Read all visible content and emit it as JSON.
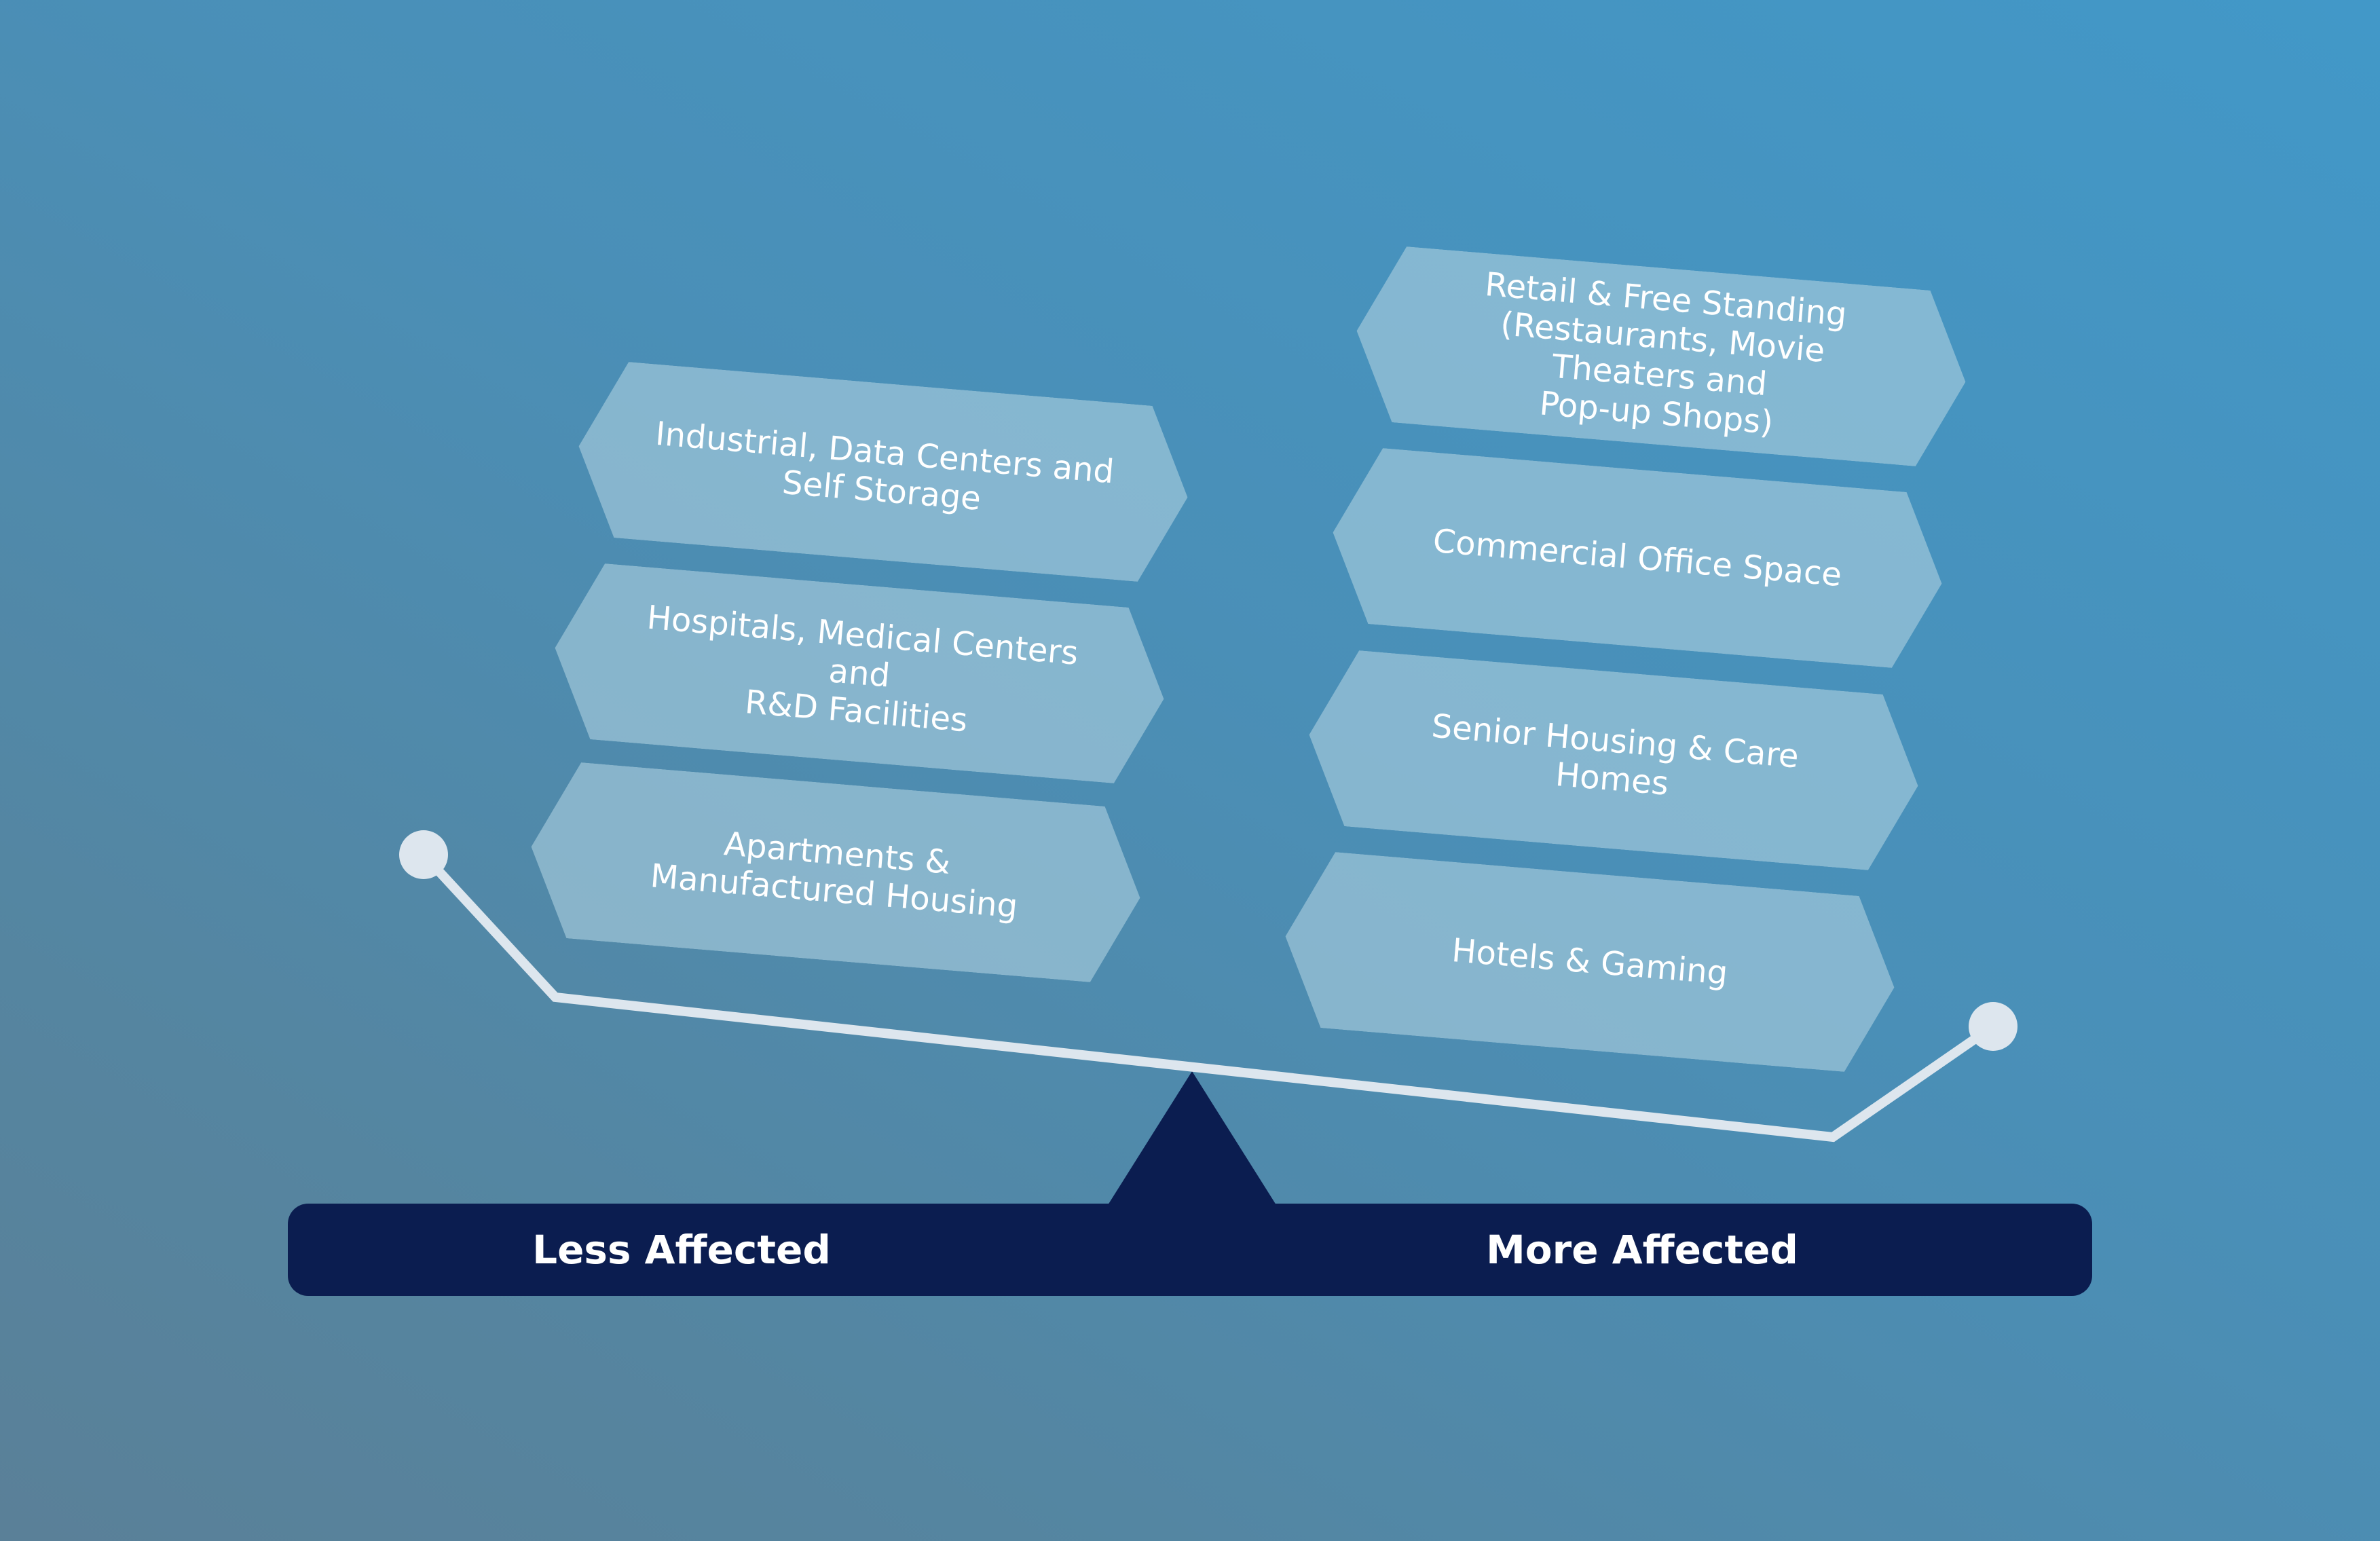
{
  "diagram": {
    "left_items": [
      {
        "label": "Industrial, Data Centers and\nSelf Storage"
      },
      {
        "label": "Hospitals, Medical Centers and\nR&D Facilities"
      },
      {
        "label": "Apartments &\nManufactured Housing"
      }
    ],
    "right_items": [
      {
        "label": "Retail & Free Standing\n(Restaurants, Movie Theaters and\nPop-up Shops)"
      },
      {
        "label": "Commercial Office Space"
      },
      {
        "label": "Senior Housing & Care Homes"
      },
      {
        "label": "Hotels & Gaming"
      }
    ],
    "base": {
      "left_label": "Less Affected",
      "right_label": "More Affected"
    },
    "colors": {
      "base_bar": "#0b1d50",
      "beam": "#dde6ee",
      "tag_fill": "rgba(171,206,222,0.62)",
      "text": "#ffffff"
    }
  }
}
